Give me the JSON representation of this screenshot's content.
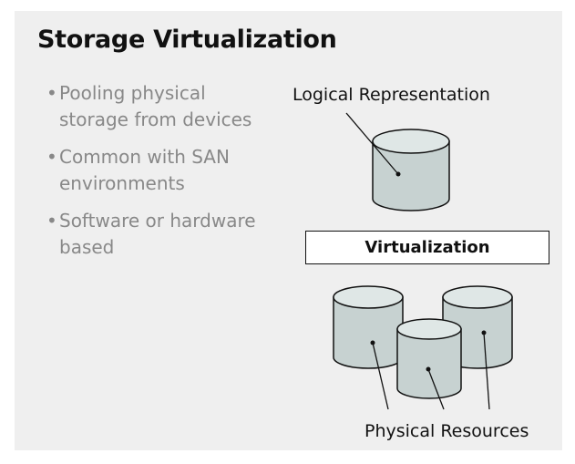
{
  "title": "Storage Virtualization",
  "bullets": [
    "Pooling physical storage from devices",
    "Common with SAN environments",
    "Software or hardware based"
  ],
  "diagram": {
    "top_label": "Logical Representation",
    "middle_box": "Virtualization",
    "bottom_label": "Physical Resources",
    "cylinder_fill": "#c7d2d1",
    "cylinder_top": "#dfe7e6",
    "line_color": "#111111"
  }
}
